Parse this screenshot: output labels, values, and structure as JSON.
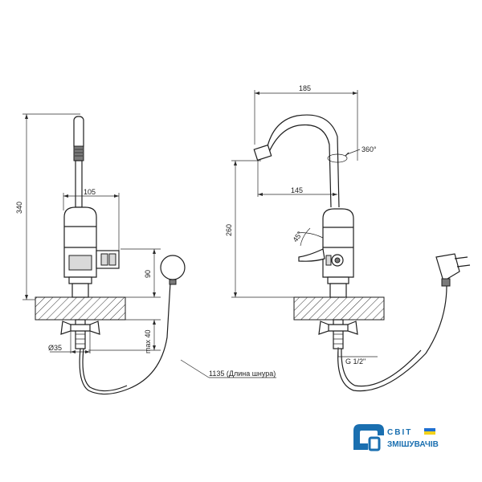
{
  "dimensions": {
    "height_total": "340",
    "handle_width": "105",
    "body_height": "90",
    "thread_length": "max 40",
    "nut_diameter": "Ø35",
    "cord_length": "1135 (Длина шнура)",
    "reach_total": "185",
    "rotation": "360°",
    "spout_reach": "145",
    "height_spout": "260",
    "handle_angle": "45°",
    "thread_size": "G 1/2\""
  },
  "brand": {
    "line1": "СВІТ",
    "line2": "ЗМІШУВАЧІВ",
    "colors": {
      "primary": "#1a6fb0",
      "flag_blue": "#1f6fd1",
      "flag_yellow": "#f3d21b"
    }
  }
}
